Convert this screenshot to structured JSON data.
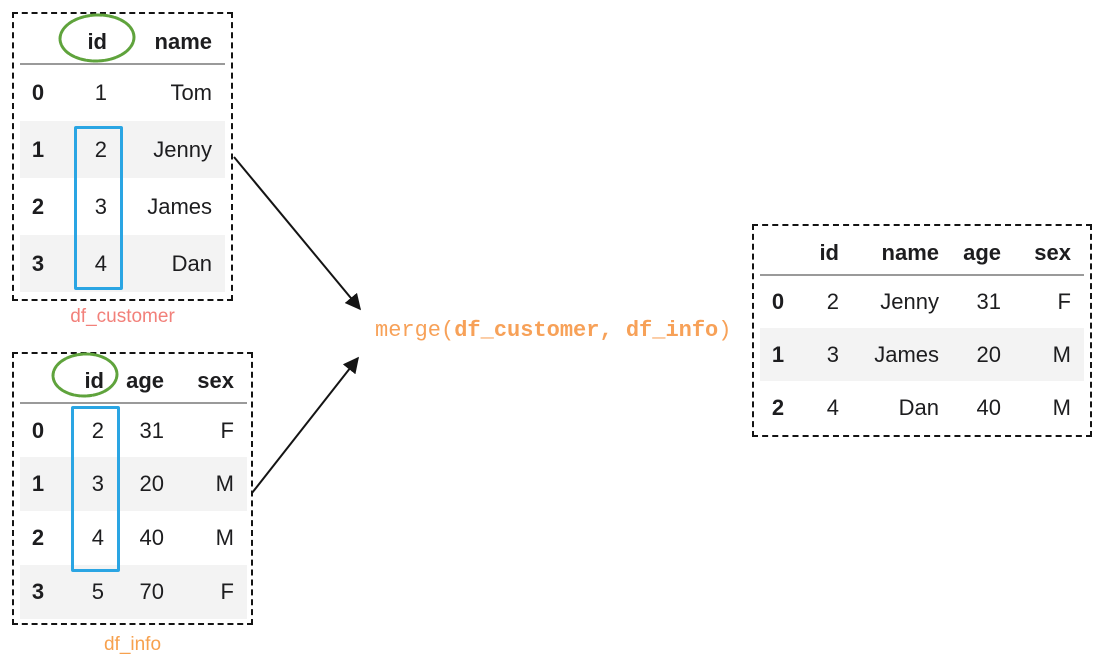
{
  "operation": {
    "prefix": "merge(",
    "arguments": "df_customer, df_info",
    "suffix": ")"
  },
  "colors": {
    "highlight_blue": "#2aa5e3",
    "circle_green": "#5fa33c",
    "label_customer_red": "#f2807a",
    "label_info_orange": "#f7a14e",
    "code_orange": "#f7a158",
    "zebra_row_gray": "#f3f3f3",
    "header_divider_gray": "#9a9a9a",
    "arrow_black": "#141414"
  },
  "tables": [
    {
      "name": "df_customer",
      "label": "df_customer",
      "circled_column": "id",
      "highlighted_key_values": [
        "2",
        "3",
        "4"
      ],
      "headers": [
        "",
        "id",
        "name"
      ],
      "rows": [
        [
          "0",
          "1",
          "Tom"
        ],
        [
          "1",
          "2",
          "Jenny"
        ],
        [
          "2",
          "3",
          "James"
        ],
        [
          "3",
          "4",
          "Dan"
        ]
      ]
    },
    {
      "name": "df_info",
      "label": "df_info",
      "circled_column": "id",
      "highlighted_key_values": [
        "2",
        "3",
        "4"
      ],
      "headers": [
        "",
        "id",
        "age",
        "sex"
      ],
      "rows": [
        [
          "0",
          "2",
          "31",
          "F"
        ],
        [
          "1",
          "3",
          "20",
          "M"
        ],
        [
          "2",
          "4",
          "40",
          "M"
        ],
        [
          "3",
          "5",
          "70",
          "F"
        ]
      ]
    },
    {
      "name": "merged_result",
      "label": "",
      "headers": [
        "",
        "id",
        "name",
        "age",
        "sex"
      ],
      "rows": [
        [
          "0",
          "2",
          "Jenny",
          "31",
          "F"
        ],
        [
          "1",
          "3",
          "James",
          "20",
          "M"
        ],
        [
          "2",
          "4",
          "Dan",
          "40",
          "M"
        ]
      ]
    }
  ]
}
